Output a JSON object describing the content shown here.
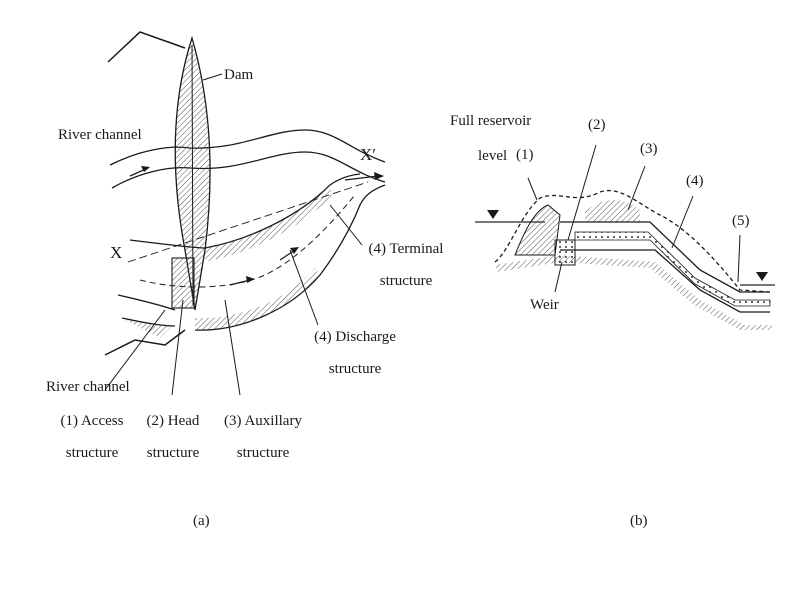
{
  "panel_a": {
    "dam": "Dam",
    "river_channel_top": "River channel",
    "x_prime": "X′",
    "x": "X",
    "terminal_1": "(4) Terminal",
    "terminal_2": "structure",
    "discharge_1": "(4) Discharge",
    "discharge_2": "structure",
    "river_channel_bottom": "River channel",
    "access_1": "(1) Access",
    "access_2": "structure",
    "head_1": "(2) Head",
    "head_2": "structure",
    "aux_1": "(3) Auxillary",
    "aux_2": "structure",
    "caption": "(a)"
  },
  "panel_b": {
    "reservoir_1": "Full reservoir",
    "reservoir_2": "level",
    "n1": "(1)",
    "n2": "(2)",
    "n3": "(3)",
    "n4": "(4)",
    "n5": "(5)",
    "weir": "Weir",
    "caption": "(b)"
  },
  "colors": {
    "ink": "#1a1a1a",
    "hatch": "#555555",
    "background": "#ffffff"
  }
}
